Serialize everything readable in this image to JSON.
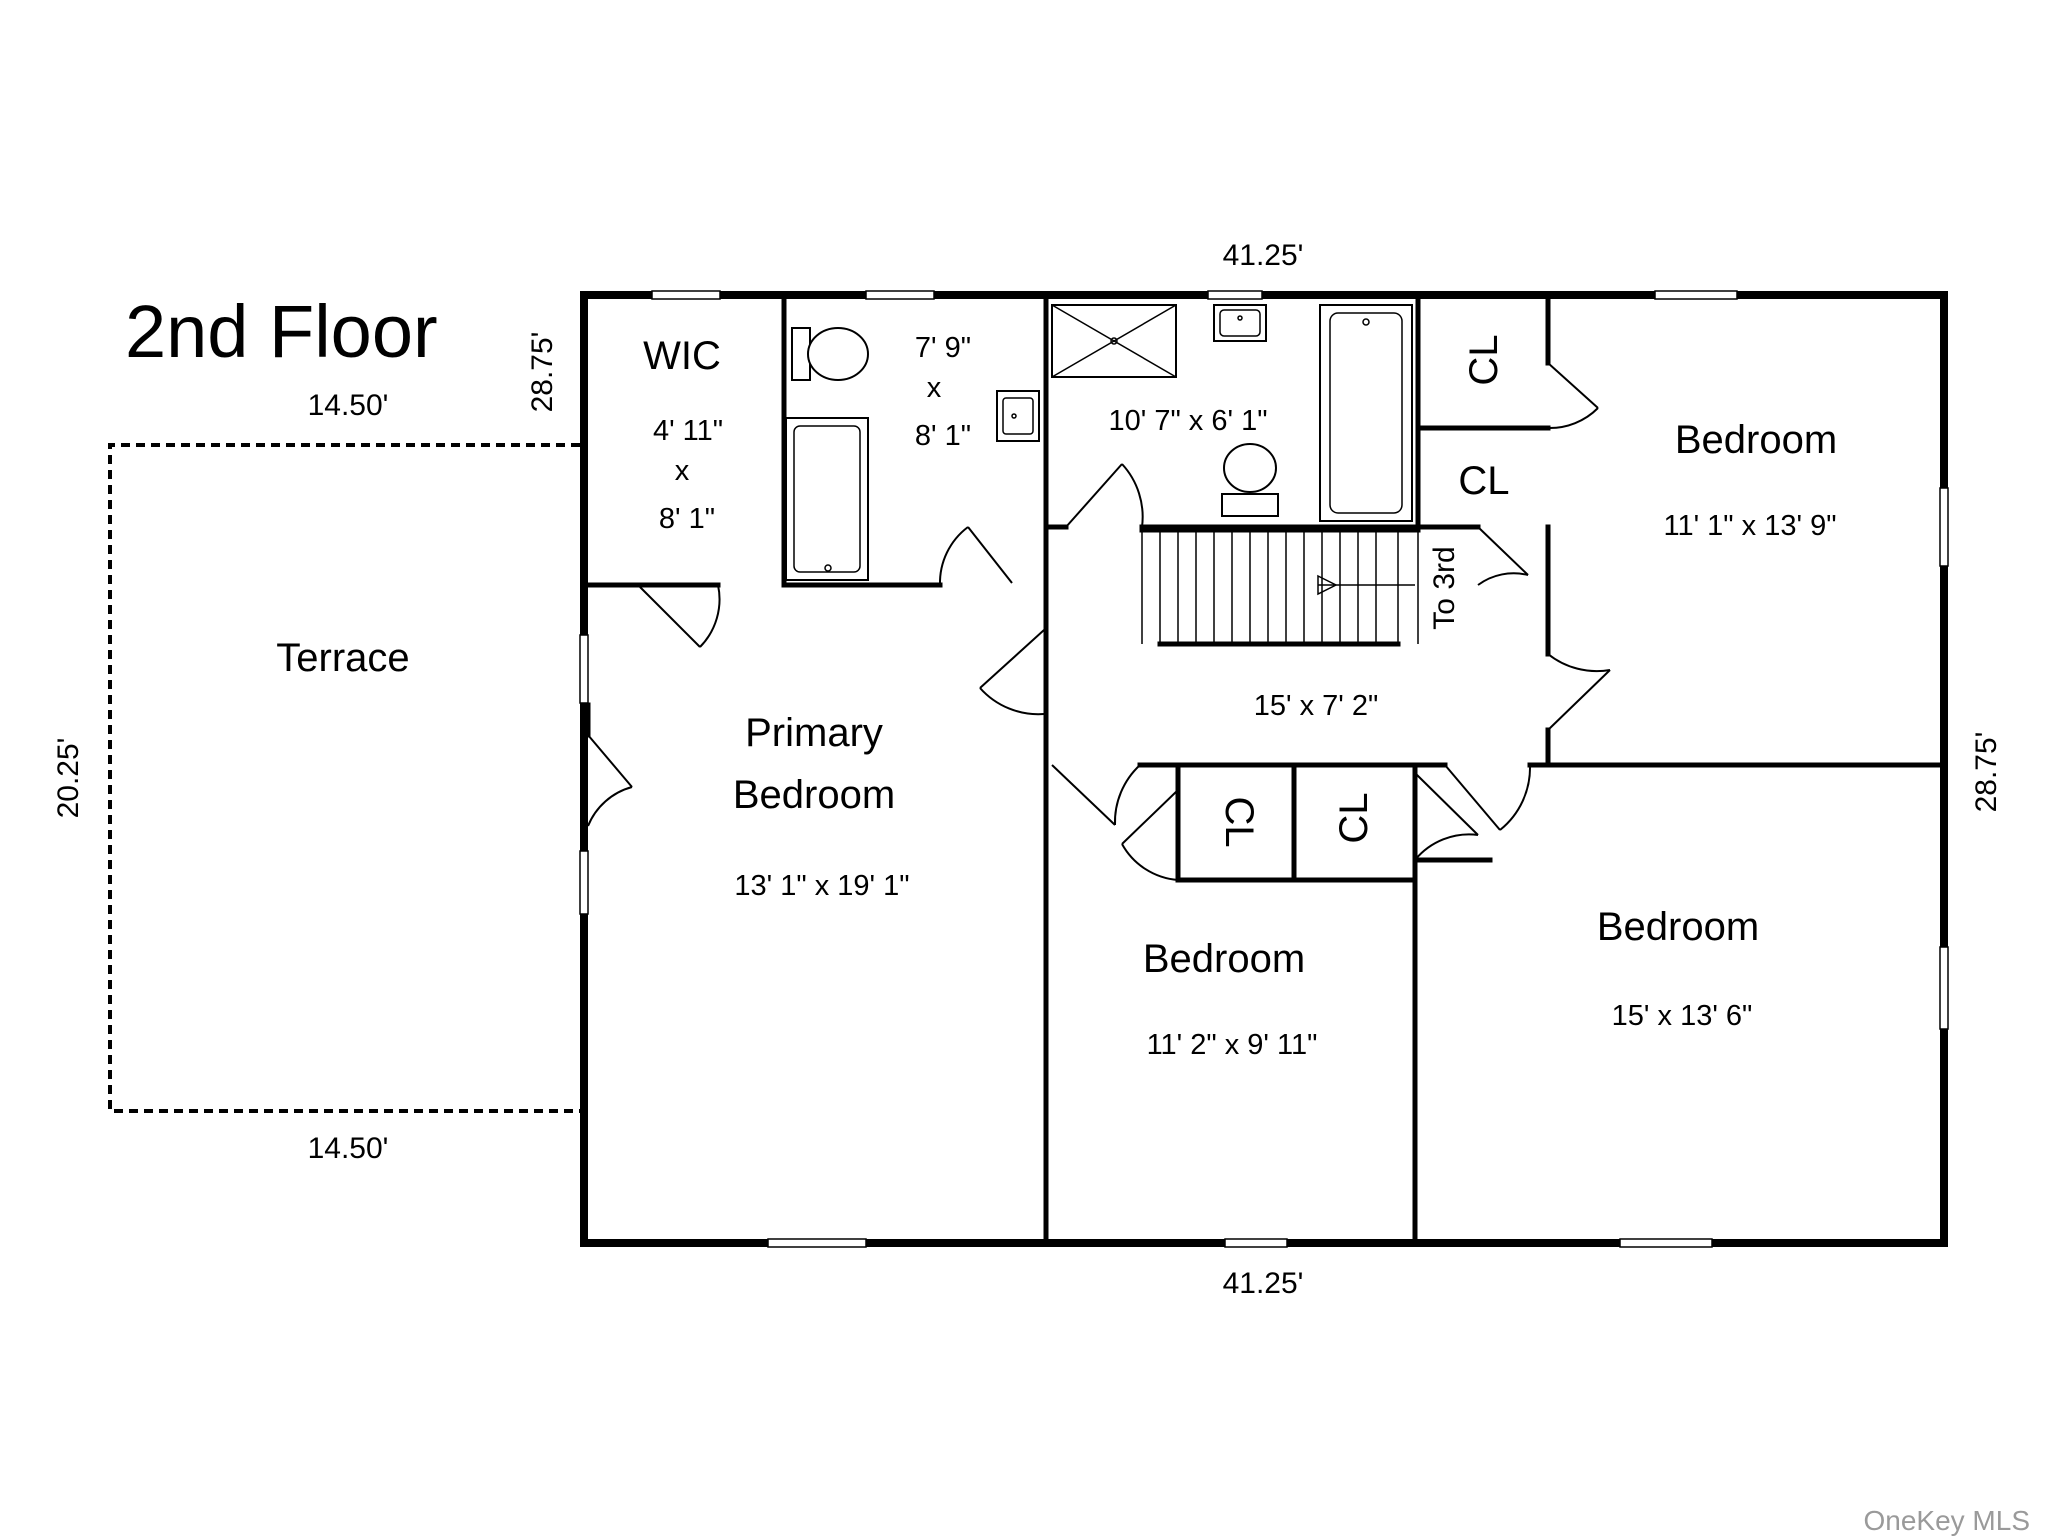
{
  "plan": {
    "title": "2nd Floor",
    "dimensions": {
      "top": "41.25'",
      "bottom": "41.25'",
      "right": "28.75'",
      "left_upper": "28.75'",
      "terrace_top": "14.50'",
      "terrace_bottom": "14.50'",
      "terrace_side": "20.25'"
    },
    "rooms": {
      "wic": {
        "name": "WIC",
        "size_line1": "4' 11\"",
        "size_x": "x",
        "size_line2": "8' 1\""
      },
      "bath1": {
        "size_line1": "7' 9\"",
        "size_x": "x",
        "size_line2": "8' 1\""
      },
      "bath2": {
        "size": "10' 7\" x 6' 1\""
      },
      "closet_a": {
        "name": "CL"
      },
      "closet_b": {
        "name": "CL"
      },
      "closet_c": {
        "name": "CL"
      },
      "closet_d": {
        "name": "CL"
      },
      "stairs": {
        "label": "To 3rd"
      },
      "hall": {
        "size": "15' x 7' 2\""
      },
      "bedroom_ne": {
        "name": "Bedroom",
        "size": "11' 1\" x 13' 9\""
      },
      "primary": {
        "name_line1": "Primary",
        "name_line2": "Bedroom",
        "size": "13' 1\" x 19' 1\""
      },
      "bedroom_s": {
        "name": "Bedroom",
        "size": "11' 2\" x 9' 11\""
      },
      "bedroom_se": {
        "name": "Bedroom",
        "size": "15' x 13' 6\""
      },
      "terrace": {
        "name": "Terrace"
      }
    },
    "watermark": "OneKey MLS"
  }
}
